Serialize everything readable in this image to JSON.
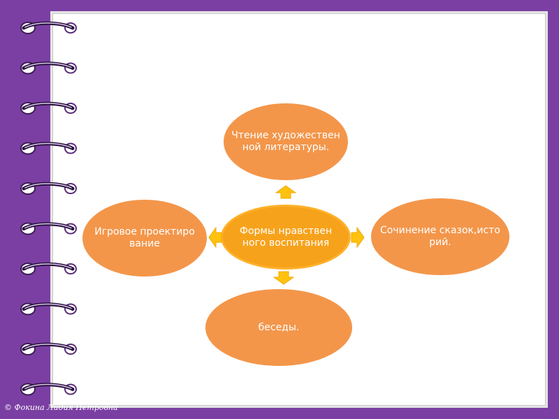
{
  "diagram": {
    "center": "Формы нравственного воспитания",
    "top": "Чтение художественной литературы.",
    "right": "Сочинение сказок,историй.",
    "bottom": "беседы.",
    "left": "Игровое проектирование"
  },
  "watermark": "© Фокина Лидия Петровна",
  "colors": {
    "background": "#7b3fa3",
    "center_fill": "#f7a21b",
    "petal_fill": "#f3964a",
    "arrow": "#ffc20e"
  }
}
